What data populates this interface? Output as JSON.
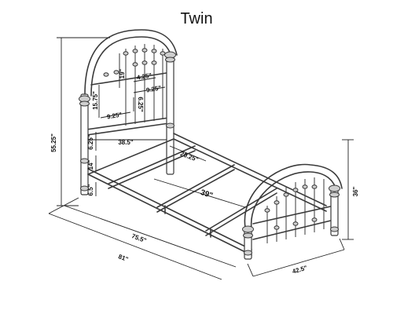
{
  "title": "Twin",
  "dimensions": {
    "overall_height": "55.25\"",
    "footboard_height": "36\"",
    "length_inner": "75.5\"",
    "length_overall": "81\"",
    "width": "42.5\"",
    "side_rail": "38.5\"",
    "slat_span": "20.25\"",
    "rail_length": "39\"",
    "arch_height": "19\"",
    "spindle_height": "15.75\"",
    "panel_height": "6.25\"",
    "rail_gap": "14\"",
    "leg_height": "6.5\"",
    "top_gap": "4.25\"",
    "mid_gap_right": "9.25\"",
    "mid_gap_left": "9.25\"",
    "inner_height": "6.25\""
  }
}
